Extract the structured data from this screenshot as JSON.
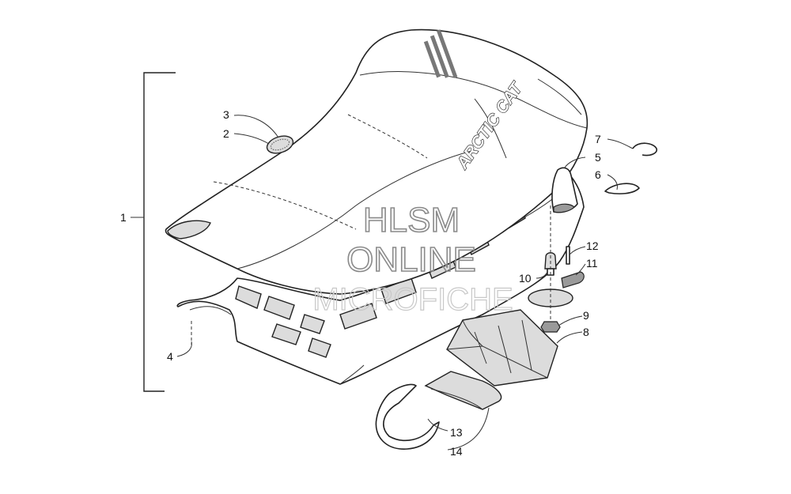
{
  "diagram": {
    "brand_text": "ARCTIC CAT",
    "callouts": [
      "1",
      "2",
      "3",
      "4",
      "5",
      "6",
      "7",
      "8",
      "9",
      "10",
      "11",
      "12",
      "13",
      "14"
    ]
  },
  "watermark": {
    "line1": "HLSM",
    "line2": "ONLINE",
    "line3": "MICROFICHE"
  },
  "colors": {
    "line": "#222222",
    "watermark": "#8a8a8a",
    "background": "#ffffff"
  }
}
